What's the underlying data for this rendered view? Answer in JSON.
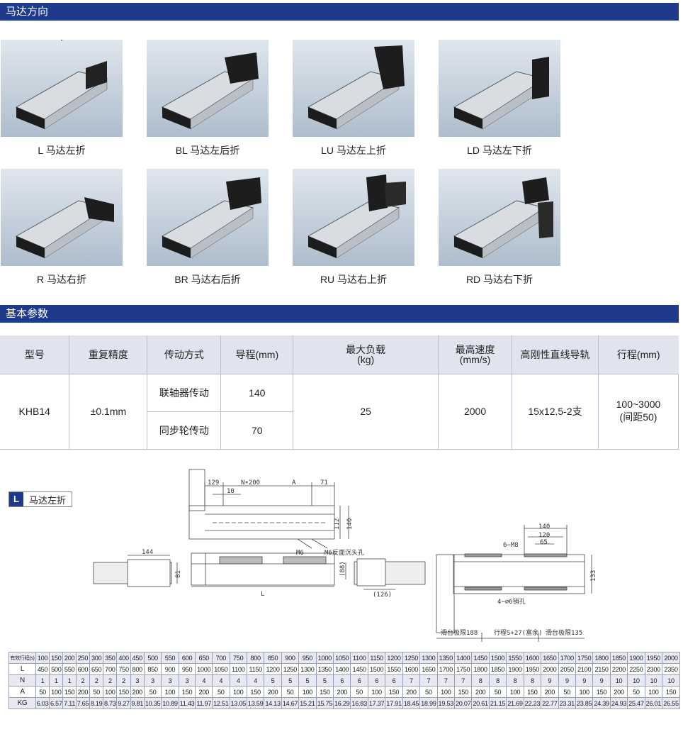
{
  "sections": {
    "motor_direction": "马达方向",
    "basic_params": "基本参数"
  },
  "motor_options": [
    {
      "label": "L 马达左折"
    },
    {
      "label": "BL 马达左后折"
    },
    {
      "label": "LU 马达左上折"
    },
    {
      "label": "LD 马达左下折"
    },
    {
      "label": "R 马达右折"
    },
    {
      "label": "BR 马达右后折"
    },
    {
      "label": "RU 马达右上折"
    },
    {
      "label": "RD 马达右下折"
    }
  ],
  "spec_table": {
    "headers": {
      "model": "型号",
      "repeat_accuracy": "重复精度",
      "drive_mode": "传动方式",
      "lead": "导程(mm)",
      "max_load_1": "最大负载",
      "max_load_2": "(kg)",
      "max_speed_1": "最高速度",
      "max_speed_2": "(mm/s)",
      "rail": "高刚性直线导轨",
      "stroke": "行程(mm)"
    },
    "model": "KHB14",
    "repeat_accuracy": "±0.1mm",
    "drive_1": "联轴器传动",
    "lead_1": "140",
    "drive_2": "同步轮传动",
    "lead_2": "70",
    "max_load": "25",
    "max_speed": "2000",
    "rail": "15x12.5-2支",
    "stroke_1": "100~3000",
    "stroke_2": "(间距50)"
  },
  "drawing": {
    "badge_letter": "L",
    "badge_text": "马达左折",
    "dims": {
      "d129": "129",
      "n200": "N∗200",
      "a": "A",
      "d71": "71",
      "d10": "10",
      "d112": "112",
      "d140": "140",
      "m6": "M6",
      "m6_hole": "M6反面沉头孔",
      "d144": "144",
      "d81": "81",
      "len_l": "L",
      "d88": "(88)",
      "d126": "(126)",
      "top140": "140",
      "d120": "120",
      "d65": "65",
      "m8": "6−M8",
      "d133": "133",
      "pin": "4−∅6销孔",
      "limit_left": "滑台极限188",
      "stroke_margin": "行程S+27(富余)",
      "limit_right": "滑台极限135"
    }
  },
  "dim_table": {
    "rows": [
      {
        "head": "有效行程(s)",
        "values": [
          "100",
          "150",
          "200",
          "250",
          "300",
          "350",
          "400",
          "450",
          "500",
          "550",
          "600",
          "650",
          "700",
          "750",
          "800",
          "850",
          "900",
          "950",
          "1000",
          "1050",
          "1100",
          "1150",
          "1200",
          "1250",
          "1300",
          "1350",
          "1400",
          "1450",
          "1500",
          "1550",
          "1600",
          "1650",
          "1700",
          "1750",
          "1800",
          "1850",
          "1900",
          "1950",
          "2000"
        ]
      },
      {
        "head": "L",
        "values": [
          "450",
          "500",
          "550",
          "600",
          "650",
          "700",
          "750",
          "800",
          "850",
          "900",
          "950",
          "1000",
          "1050",
          "1100",
          "1150",
          "1200",
          "1250",
          "1300",
          "1350",
          "1400",
          "1450",
          "1500",
          "1550",
          "1600",
          "1650",
          "1700",
          "1750",
          "1800",
          "1850",
          "1900",
          "1950",
          "2000",
          "2050",
          "2100",
          "2150",
          "2200",
          "2250",
          "2300",
          "2350"
        ]
      },
      {
        "head": "N",
        "values": [
          "1",
          "1",
          "1",
          "2",
          "2",
          "2",
          "2",
          "3",
          "3",
          "3",
          "3",
          "4",
          "4",
          "4",
          "4",
          "5",
          "5",
          "5",
          "5",
          "6",
          "6",
          "6",
          "6",
          "7",
          "7",
          "7",
          "7",
          "8",
          "8",
          "8",
          "8",
          "9",
          "9",
          "9",
          "9",
          "10",
          "10",
          "10",
          "10"
        ]
      },
      {
        "head": "A",
        "values": [
          "50",
          "100",
          "150",
          "200",
          "50",
          "100",
          "150",
          "200",
          "50",
          "100",
          "150",
          "200",
          "50",
          "100",
          "150",
          "200",
          "50",
          "100",
          "150",
          "200",
          "50",
          "100",
          "150",
          "200",
          "50",
          "100",
          "150",
          "200",
          "50",
          "100",
          "150",
          "200",
          "50",
          "100",
          "150",
          "200",
          "50",
          "100",
          "150"
        ]
      },
      {
        "head": "KG",
        "values": [
          "6.03",
          "6.57",
          "7.11",
          "7.65",
          "8.19",
          "8.73",
          "9.27",
          "9.81",
          "10.35",
          "10.89",
          "11.43",
          "11.97",
          "12.51",
          "13.05",
          "13.59",
          "14.13",
          "14.67",
          "15.21",
          "15.75",
          "16.29",
          "16.83",
          "17.37",
          "17.91",
          "18.45",
          "18.99",
          "19.53",
          "20.07",
          "20.61",
          "21.15",
          "21.69",
          "22.23",
          "22.77",
          "23.31",
          "23.85",
          "24.39",
          "24.93",
          "25.47",
          "26.01",
          "26.55"
        ]
      }
    ]
  }
}
